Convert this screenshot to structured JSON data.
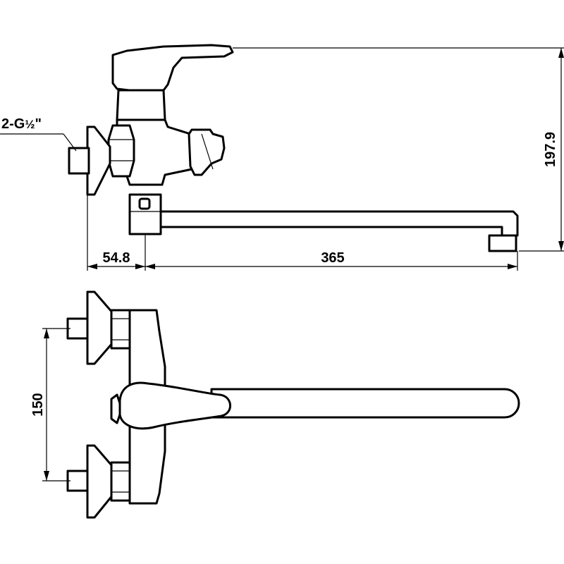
{
  "drawing": {
    "thread_label": "2-G",
    "thread_fraction": "½",
    "thread_quote": "\"",
    "dims": {
      "height": "197.9",
      "offset": "54.8",
      "spout_length": "365",
      "spacing": "150"
    }
  }
}
